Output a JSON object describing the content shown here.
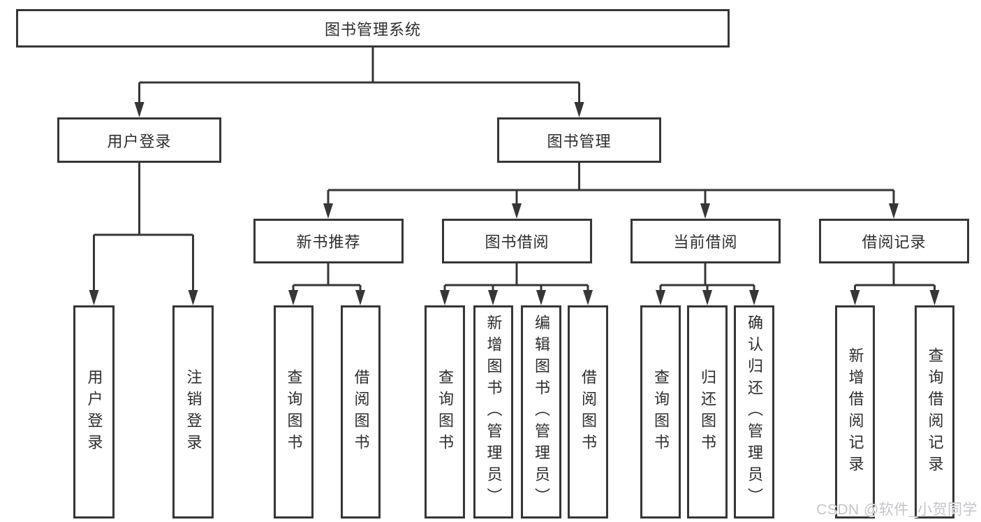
{
  "tree": {
    "root": {
      "label": "图书管理系统"
    },
    "level2": [
      {
        "label": "用户登录"
      },
      {
        "label": "图书管理"
      }
    ],
    "level3": [
      {
        "label": "新书推荐"
      },
      {
        "label": "图书借阅"
      },
      {
        "label": "当前借阅"
      },
      {
        "label": "借阅记录"
      }
    ],
    "leaves": {
      "user_login": [
        {
          "label": "用户登录"
        },
        {
          "label": "注销登录"
        }
      ],
      "new_book_recommend": [
        {
          "label": "查询图书"
        },
        {
          "label": "借阅图书"
        }
      ],
      "book_borrow": [
        {
          "label": "查询图书"
        },
        {
          "label": "新增图书（管理员）"
        },
        {
          "label": "编辑图书（管理员）"
        },
        {
          "label": "借阅图书"
        }
      ],
      "current_borrow": [
        {
          "label": "查询图书"
        },
        {
          "label": "归还图书"
        },
        {
          "label": "确认归还（管理员）"
        }
      ],
      "borrow_record": [
        {
          "label": "新增借阅记录"
        },
        {
          "label": "查询借阅记录"
        }
      ]
    }
  },
  "watermark": "CSDN @软件_小贺同学",
  "colors": {
    "line": "#363636",
    "box_border": "#363636",
    "text": "#2d2d2d",
    "watermark": "#c3c6ca",
    "background": "#ffffff"
  }
}
